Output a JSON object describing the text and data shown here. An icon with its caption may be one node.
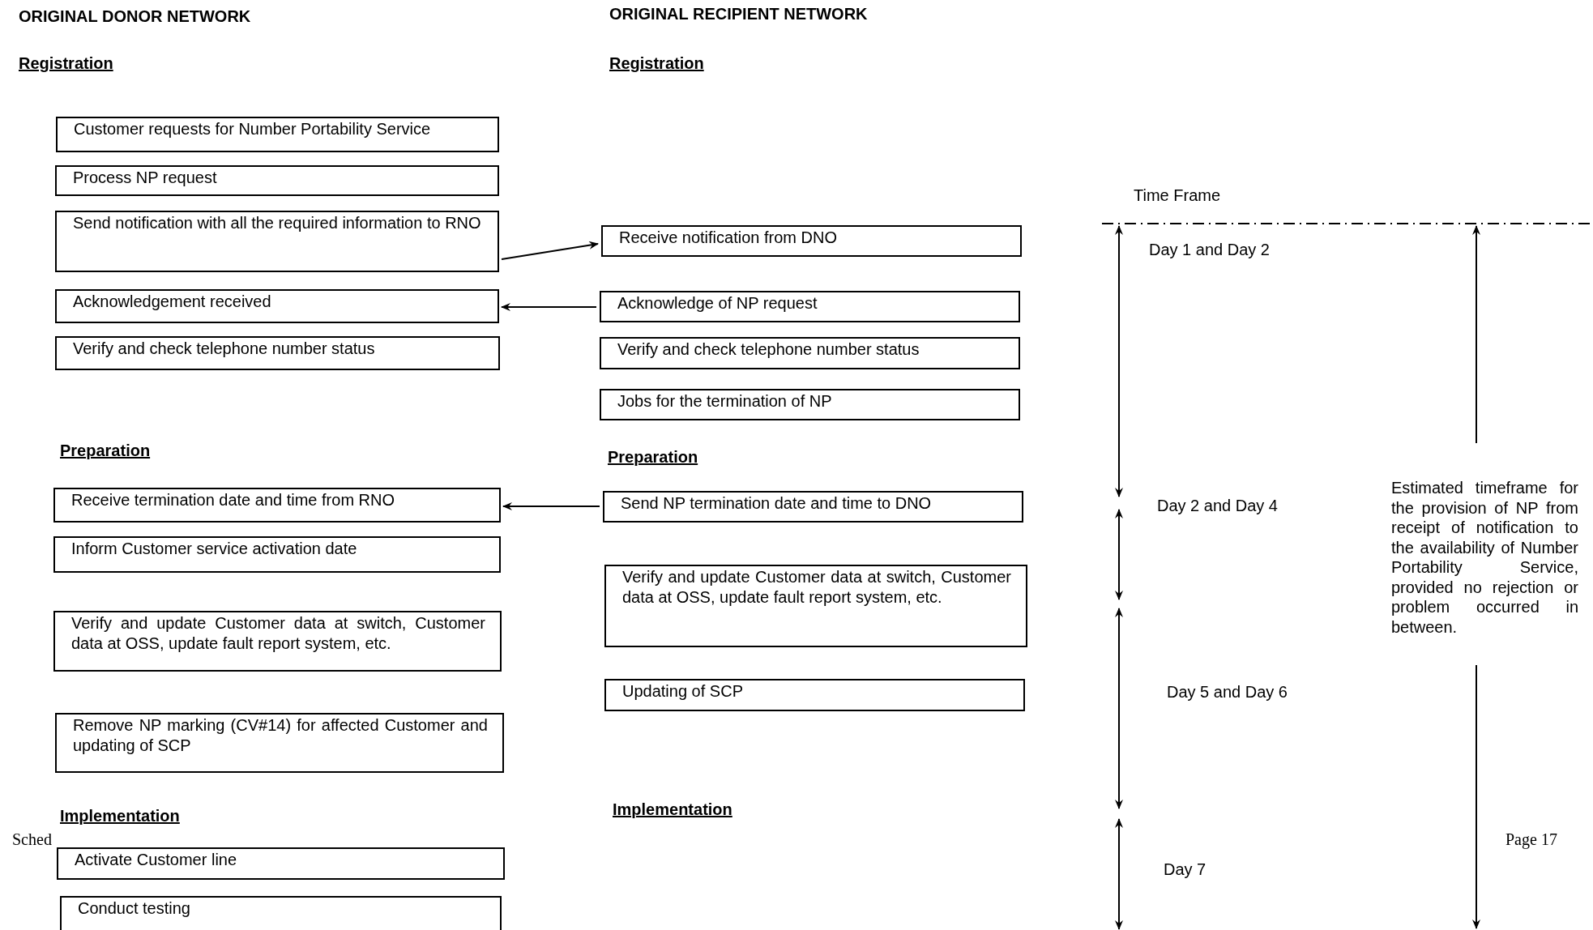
{
  "diagram": {
    "nodes": [
      {
        "text": [
          "Customer requests for Number Portability Service"
        ]
      },
      {
        "text": [
          "Process NP request"
        ]
      },
      {
        "text": [
          "Send notification with all the required information to RNO"
        ]
      },
      {
        "text": [
          "Acknowledgement received"
        ]
      },
      {
        "text": [
          "Verify and check telephone number status"
        ]
      },
      {
        "text": [
          "Receive termination date and time from RNO"
        ]
      },
      {
        "text": [
          "Inform Customer service activation date"
        ]
      },
      {
        "text": [
          "Verify and update Customer data at switch, Customer data at OSS, update fault report system, etc."
        ]
      },
      {
        "text": [
          "Remove NP marking (CV#14) for affected Customer and updating of SCP"
        ]
      },
      {
        "text": [
          "Activate Customer line"
        ]
      },
      {
        "text": [
          "Conduct testing"
        ]
      },
      {
        "text": [
          "Receive notification from DNO"
        ]
      },
      {
        "text": [
          "Acknowledge of NP request"
        ]
      },
      {
        "text": [
          "Verify and check telephone number status"
        ]
      },
      {
        "text": [
          "Jobs for the termination of NP"
        ]
      },
      {
        "text": [
          "Send NP termination date and time to DNO"
        ]
      },
      {
        "text": [
          "Verify and update Customer data at switch, Customer data at OSS, update fault report system, etc."
        ]
      },
      {
        "text": [
          "Updating of SCP"
        ]
      }
    ],
    "edges": [
      {
        "from": 2,
        "to": 11,
        "arrow": "to"
      },
      {
        "from": 12,
        "to": 3,
        "arrow": "to"
      },
      {
        "from": 15,
        "to": 5,
        "arrow": "to"
      }
    ],
    "labels": [
      "ORIGINAL DONOR NETWORK",
      "ORIGINAL RECIPIENT NETWORK",
      "Registration",
      "Registration",
      "Time Frame",
      "Day 1 and Day 2",
      "Preparation",
      "Preparation",
      "Day 2 and Day 4",
      "Estimated timeframe for the provision of NP from receipt of notification to the availability of Number Portability Service, provided no rejection or problem occurred in between.",
      "Day 5 and Day 6",
      "Implementation",
      "Implementation",
      "Sched",
      "Page 17",
      "Day 7"
    ]
  }
}
